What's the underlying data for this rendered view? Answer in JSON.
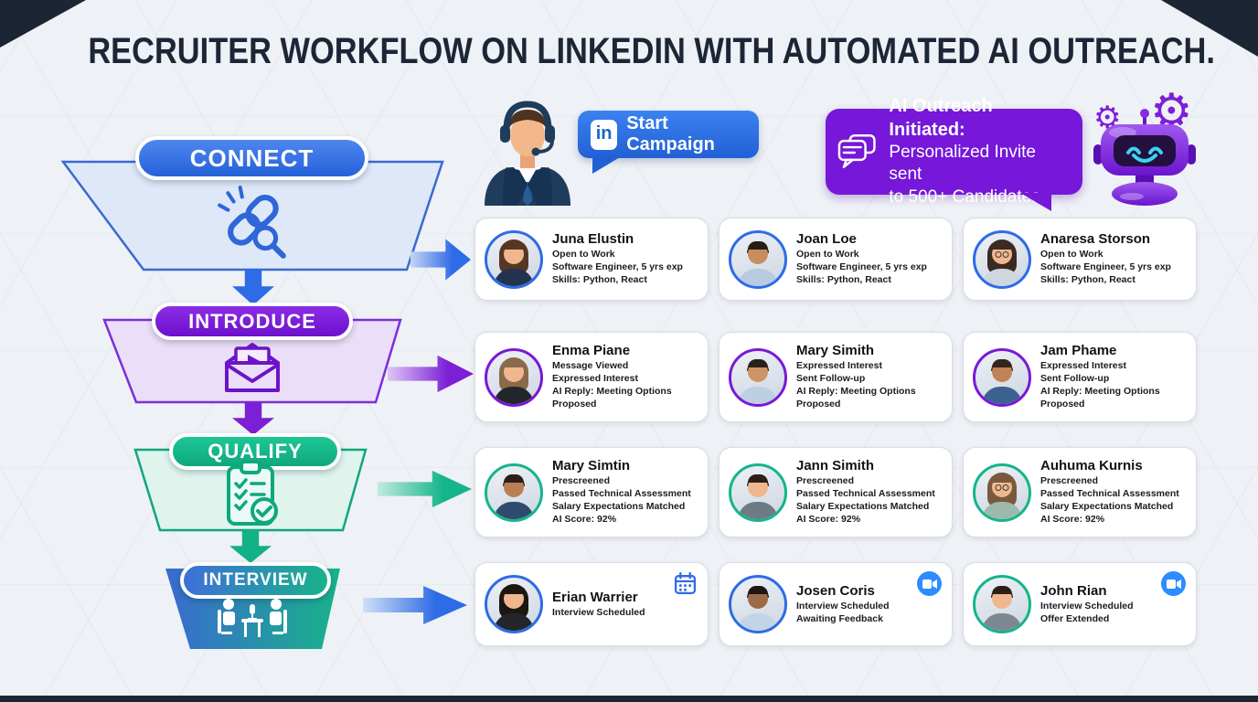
{
  "title": "RECRUITER WORKFLOW ON LINKEDIN WITH AUTOMATED AI OUTREACH.",
  "colors": {
    "linkedin_blue": "#1a66c2",
    "connect_blue": "#2e6be6",
    "introduce_purple": "#7a18d6",
    "qualify_teal": "#14b58a",
    "interview_gradient": "#3f6fd8 to #18b389",
    "ai_bubble_purple": "#7617d9",
    "video_badge_blue": "#2d8cff",
    "frame_navy": "#1c2534"
  },
  "campaign": {
    "linkedin_badge": "in",
    "label": "Start Campaign"
  },
  "ai_outreach": {
    "headline": "AI Outreach Initiated:",
    "line2": "Personalized Invite sent",
    "line3": "to 500+ Candidates.",
    "icon": "chat-bubbles-icon",
    "robot": "ai-robot-illustration",
    "gears": "gear-icon"
  },
  "stages": [
    {
      "label": "CONNECT",
      "icon": "link-search-icon",
      "color": "#2e6be6"
    },
    {
      "label": "INTRODUCE",
      "icon": "envelope-play-icon",
      "color": "#7a18d6"
    },
    {
      "label": "QUALIFY",
      "icon": "checklist-icon",
      "color": "#14b58a"
    },
    {
      "label": "INTERVIEW",
      "icon": "interview-table-icon",
      "color": "#3f6fd8-#18b389"
    }
  ],
  "rows": [
    {
      "stage": "CONNECT",
      "cards": [
        {
          "name": "Juna Elustin",
          "lines": [
            "Open to Work",
            "Software Engineer, 5 yrs exp",
            "Skills: Python, React"
          ]
        },
        {
          "name": "Joan Loe",
          "lines": [
            "Open to Work",
            "Software Engineer, 5 yrs exp",
            "Skills: Python, React"
          ]
        },
        {
          "name": "Anaresa Storson",
          "lines": [
            "Open to Work",
            "Software Engineer, 5 yrs exp",
            "Skills: Python, React"
          ]
        }
      ]
    },
    {
      "stage": "INTRODUCE",
      "cards": [
        {
          "name": "Enma Piane",
          "lines": [
            "Message Viewed",
            "Expressed Interest",
            "AI Reply: Meeting Options Proposed"
          ]
        },
        {
          "name": "Mary Simith",
          "lines": [
            "Expressed Interest",
            "Sent Follow-up",
            "AI Reply: Meeting Options Proposed"
          ]
        },
        {
          "name": "Jam Phame",
          "lines": [
            "Expressed Interest",
            "Sent Follow-up",
            "AI Reply: Meeting Options Proposed"
          ]
        }
      ]
    },
    {
      "stage": "QUALIFY",
      "cards": [
        {
          "name": "Mary Simtin",
          "lines": [
            "Prescreened",
            "Passed Technical Assessment",
            "Salary Expectations Matched",
            "AI Score: 92%"
          ]
        },
        {
          "name": "Jann Simith",
          "lines": [
            "Prescreened",
            "Passed Technical Assessment",
            "Salary Expectations Matched",
            "AI Score: 92%"
          ]
        },
        {
          "name": "Auhuma Kurnis",
          "lines": [
            "Prescreened",
            "Passed Technical Assessment",
            "Salary Expectations Matched",
            "AI Score: 92%"
          ]
        }
      ]
    },
    {
      "stage": "INTERVIEW",
      "cards": [
        {
          "name": "Erian Warrier",
          "lines": [
            "Interview Scheduled"
          ],
          "badge": "calendar-icon"
        },
        {
          "name": "Josen Coris",
          "lines": [
            "Interview Scheduled",
            "Awaiting Feedback"
          ],
          "badge": "video-call-icon"
        },
        {
          "name": "John Rian",
          "lines": [
            "Interview Scheduled",
            "Offer Extended"
          ],
          "badge": "video-call-icon"
        }
      ]
    }
  ]
}
